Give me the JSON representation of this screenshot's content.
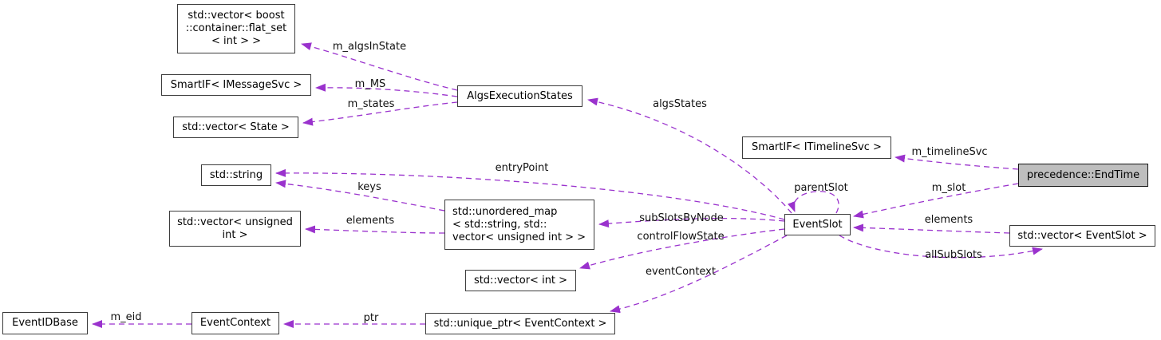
{
  "diagram": {
    "kind": "collaboration-graph",
    "edge_color": "#9a32cd",
    "highlight_fill": "#bebebe",
    "nodes": [
      {
        "id": "vector-flat-set",
        "label": "std::vector< boost\n::container::flat_set\n< int > >"
      },
      {
        "id": "smartif-imessagesvc",
        "label": "SmartIF< IMessageSvc >"
      },
      {
        "id": "vector-state",
        "label": "std::vector< State >"
      },
      {
        "id": "std-string",
        "label": "std::string"
      },
      {
        "id": "vector-unsigned-int",
        "label": "std::vector< unsigned\nint >"
      },
      {
        "id": "algs-execution-states",
        "label": "AlgsExecutionStates"
      },
      {
        "id": "unordered-map",
        "label": "std::unordered_map\n< std::string, std::\nvector< unsigned int > >"
      },
      {
        "id": "vector-int",
        "label": "std::vector< int >"
      },
      {
        "id": "unique-ptr-eventcontext",
        "label": "std::unique_ptr< EventContext >"
      },
      {
        "id": "event-context",
        "label": "EventContext"
      },
      {
        "id": "event-id-base",
        "label": "EventIDBase"
      },
      {
        "id": "smartif-itimelinesvc",
        "label": "SmartIF< ITimelineSvc >"
      },
      {
        "id": "event-slot",
        "label": "EventSlot"
      },
      {
        "id": "precedence-endtime",
        "label": "precedence::EndTime",
        "highlighted": true
      },
      {
        "id": "vector-eventslot",
        "label": "std::vector< EventSlot >"
      }
    ],
    "edges": [
      {
        "label": "m_algsInState",
        "from": "AlgsExecutionStates",
        "to": "std::vector< boost::container::flat_set< int > >"
      },
      {
        "label": "m_MS",
        "from": "AlgsExecutionStates",
        "to": "SmartIF< IMessageSvc >"
      },
      {
        "label": "m_states",
        "from": "AlgsExecutionStates",
        "to": "std::vector< State >"
      },
      {
        "label": "algsStates",
        "from": "EventSlot",
        "to": "AlgsExecutionStates"
      },
      {
        "label": "entryPoint",
        "from": "EventSlot",
        "to": "std::string"
      },
      {
        "label": "keys",
        "from": "std::unordered_map< std::string, std::vector< unsigned int > >",
        "to": "std::string"
      },
      {
        "label": "elements",
        "from": "std::unordered_map< std::string, std::vector< unsigned int > >",
        "to": "std::vector< unsigned int >"
      },
      {
        "label": "subSlotsByNode",
        "from": "EventSlot",
        "to": "std::unordered_map< std::string, std::vector< unsigned int > >"
      },
      {
        "label": "controlFlowState",
        "from": "EventSlot",
        "to": "std::vector< int >"
      },
      {
        "label": "eventContext",
        "from": "EventSlot",
        "to": "std::unique_ptr< EventContext >"
      },
      {
        "label": "parentSlot",
        "from": "EventSlot",
        "to": "EventSlot"
      },
      {
        "label": "m_timelineSvc",
        "from": "precedence::EndTime",
        "to": "SmartIF< ITimelineSvc >"
      },
      {
        "label": "m_slot",
        "from": "precedence::EndTime",
        "to": "EventSlot"
      },
      {
        "label": "elements",
        "from": "std::vector< EventSlot >",
        "to": "EventSlot"
      },
      {
        "label": "allSubSlots",
        "from": "EventSlot",
        "to": "std::vector< EventSlot >"
      },
      {
        "label": "ptr",
        "from": "std::unique_ptr< EventContext >",
        "to": "EventContext"
      },
      {
        "label": "m_eid",
        "from": "EventContext",
        "to": "EventIDBase"
      }
    ]
  }
}
